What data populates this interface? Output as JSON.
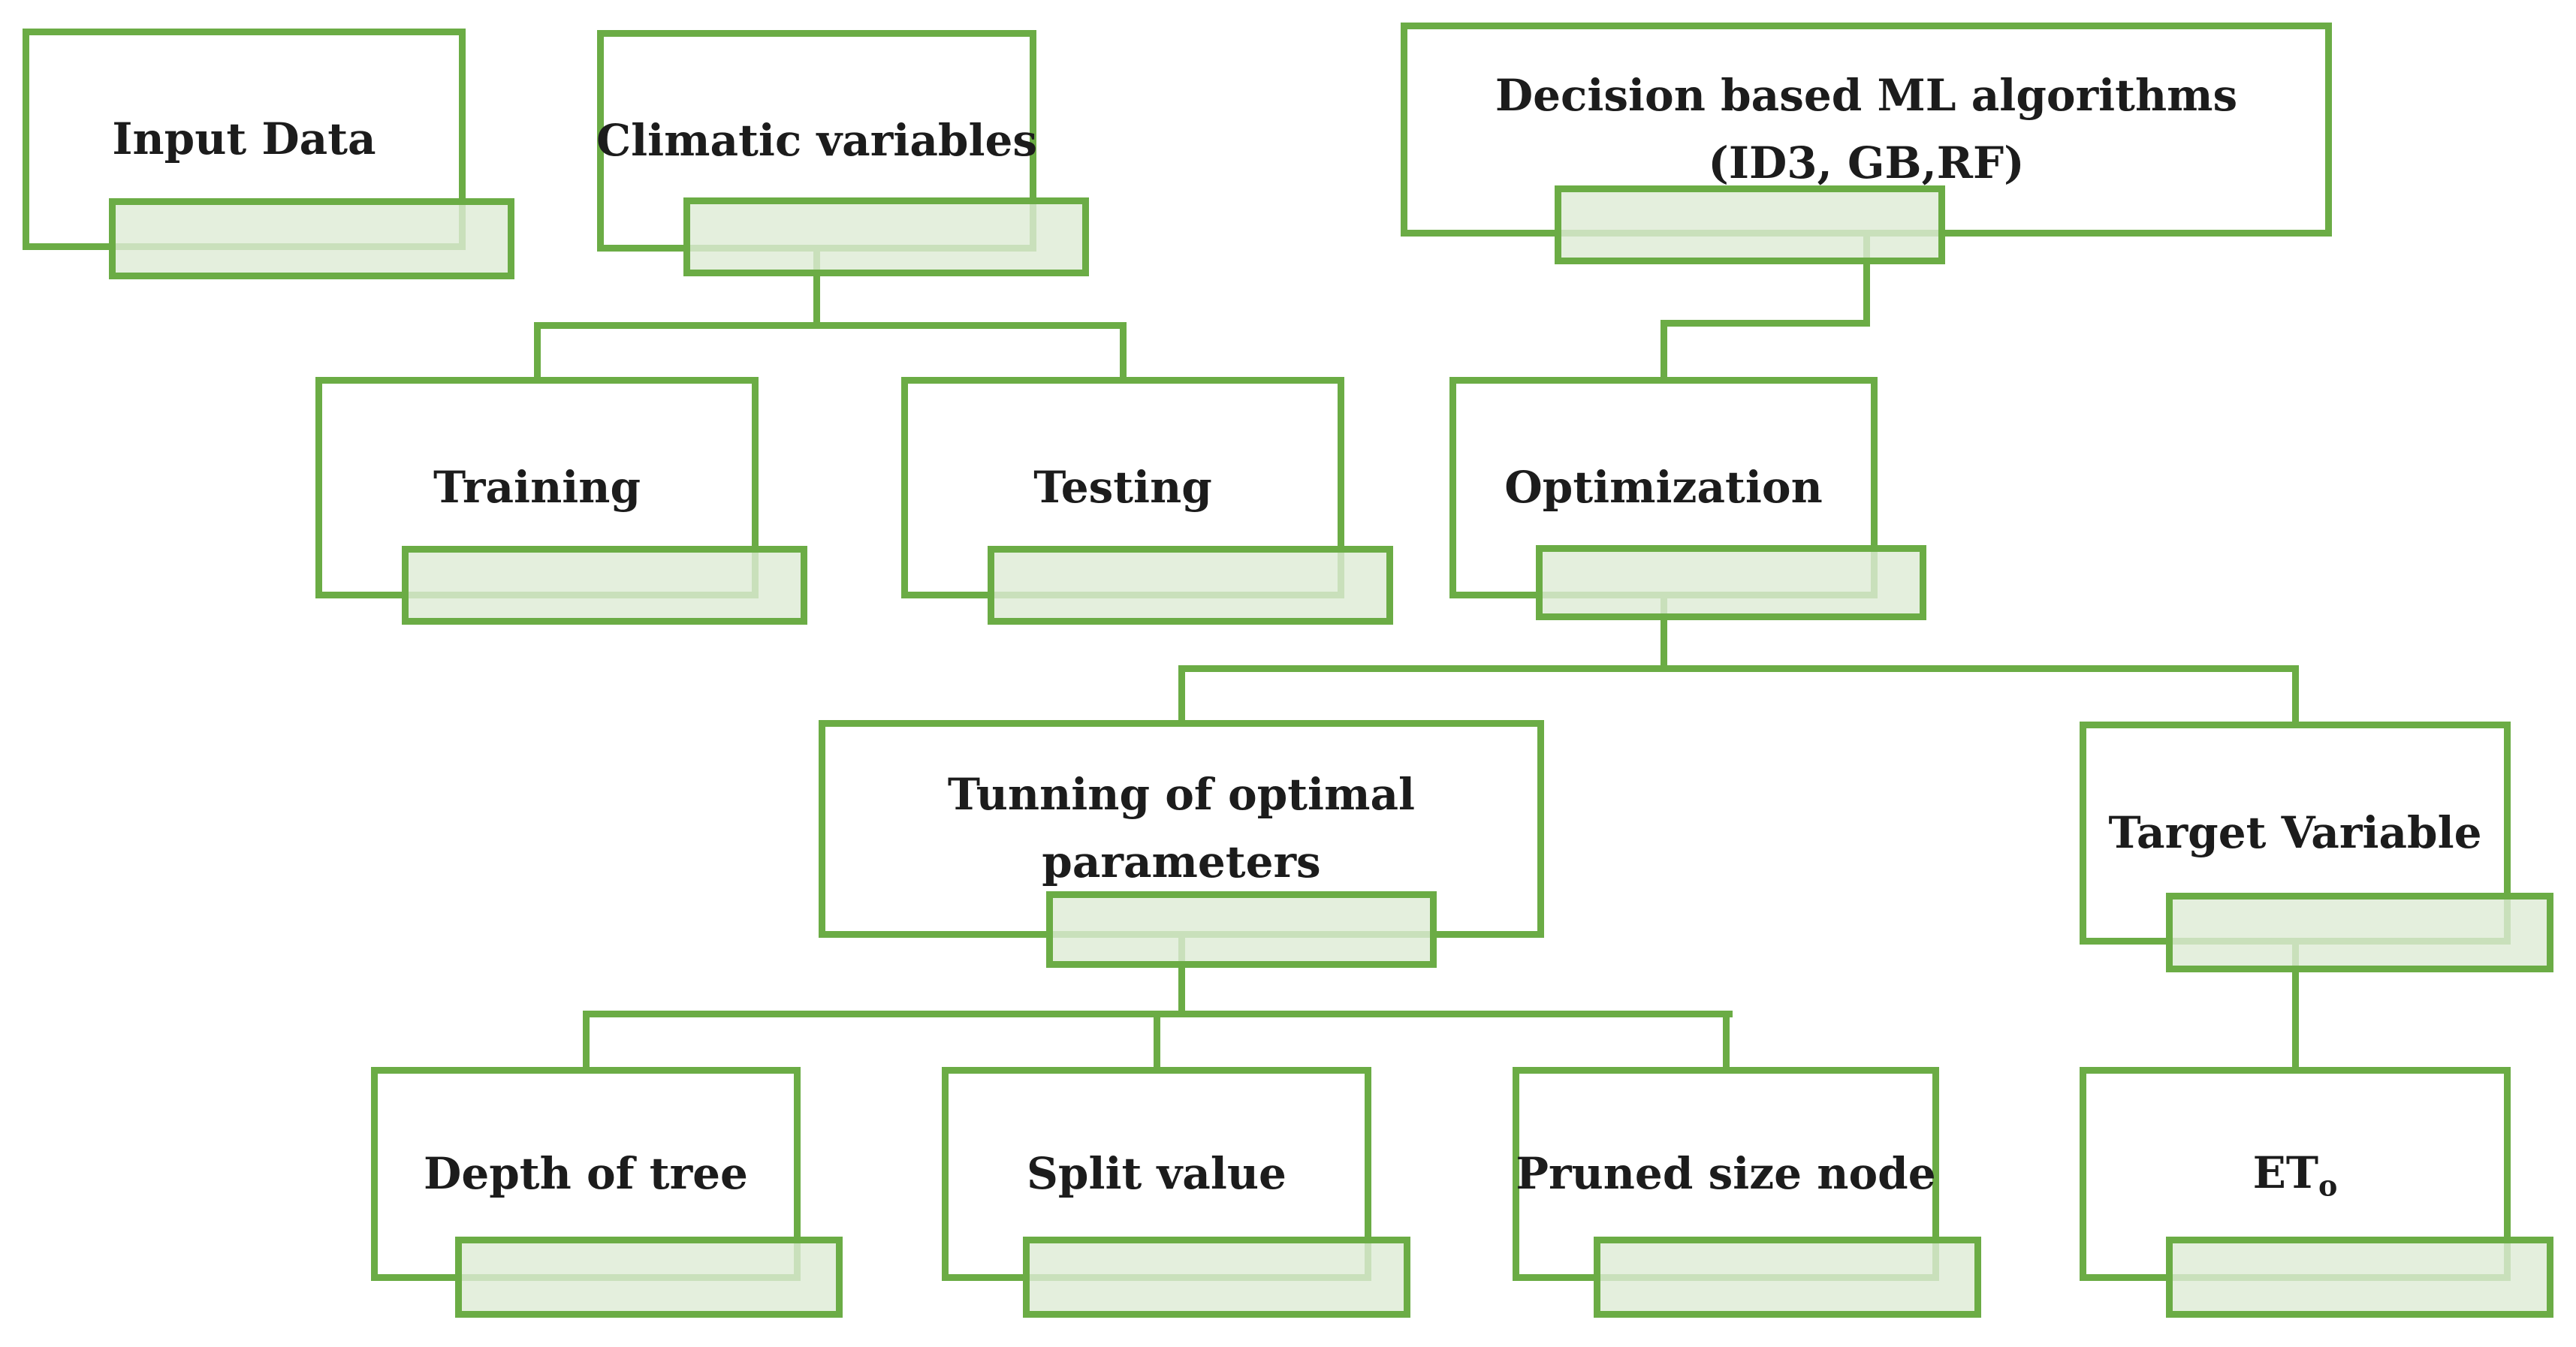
{
  "diagram": {
    "type": "flowchart",
    "orientation": "top-down",
    "nodes": [
      {
        "id": "input-data",
        "label": "Input Data"
      },
      {
        "id": "climatic",
        "label": "Climatic variables"
      },
      {
        "id": "decision",
        "line1": "Decision based ML algorithms",
        "line2": "(ID3, GB,RF)"
      },
      {
        "id": "training",
        "label": "Training"
      },
      {
        "id": "testing",
        "label": "Testing"
      },
      {
        "id": "optimization",
        "label": "Optimization"
      },
      {
        "id": "tunning",
        "line1": "Tunning of optimal",
        "line2": "parameters"
      },
      {
        "id": "target",
        "label": "Target Variable"
      },
      {
        "id": "depth",
        "label": "Depth of tree"
      },
      {
        "id": "split",
        "label": "Split value"
      },
      {
        "id": "pruned",
        "label": "Pruned size node"
      },
      {
        "id": "eto",
        "main": "ET",
        "sub": "o"
      }
    ],
    "edges": [
      {
        "from": "climatic",
        "to": "training"
      },
      {
        "from": "climatic",
        "to": "testing"
      },
      {
        "from": "decision",
        "to": "optimization"
      },
      {
        "from": "optimization",
        "to": "tunning"
      },
      {
        "from": "optimization",
        "to": "target"
      },
      {
        "from": "tunning",
        "to": "depth"
      },
      {
        "from": "tunning",
        "to": "split"
      },
      {
        "from": "tunning",
        "to": "pruned"
      },
      {
        "from": "target",
        "to": "eto"
      }
    ]
  },
  "colors": {
    "line": "#6bac45",
    "box_border": "#6bac45",
    "tab_border": "#6bac45",
    "tab_fill": "rgba(222,235,213,0.82)",
    "box_fill": "#ffffff",
    "text": "#1c1c1c",
    "background": "#ffffff"
  }
}
